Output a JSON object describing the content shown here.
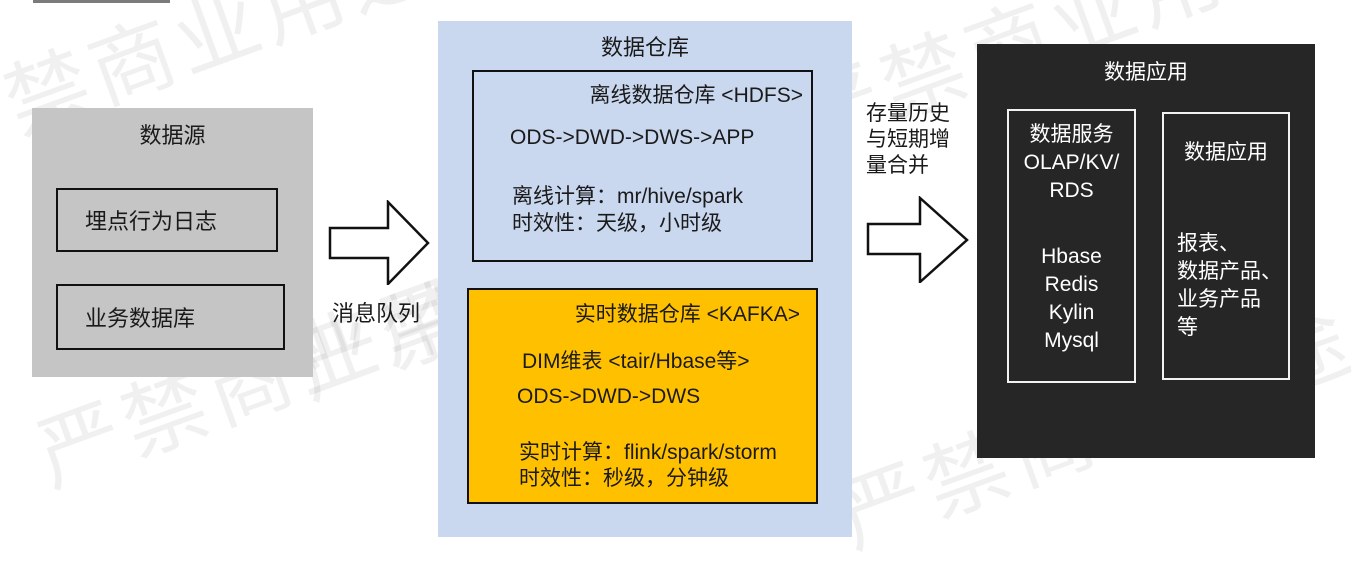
{
  "watermark": {
    "text": "严禁商业用途"
  },
  "source_panel": {
    "title": "数据源",
    "items": [
      "埋点行为日志",
      "业务数据库"
    ]
  },
  "flow": {
    "arrow1_label": "消息队列",
    "arrow2_label_lines": [
      "存量历史",
      "与短期增",
      "量合并"
    ]
  },
  "warehouse_panel": {
    "title": "数据仓库",
    "offline_box": {
      "title": "离线数据仓库 <HDFS>",
      "lines": [
        "ODS->DWD->DWS->APP",
        "离线计算：mr/hive/spark",
        "时效性：天级，小时级"
      ]
    },
    "realtime_box": {
      "title": "实时数据仓库 <KAFKA>",
      "lines": [
        "DIM维表 <tair/Hbase等>",
        "ODS->DWD->DWS",
        "实时计算：flink/spark/storm",
        "时效性：秒级，分钟级"
      ]
    }
  },
  "application_panel": {
    "title": "数据应用",
    "service_box": {
      "group1": [
        "数据服务",
        "OLAP/KV/",
        "RDS"
      ],
      "group2": [
        "Hbase",
        "Redis",
        "Kylin",
        "Mysql"
      ]
    },
    "app_box": {
      "title": "数据应用",
      "lines": [
        "报表、",
        "数据产品、",
        "业务产品",
        "等"
      ]
    }
  },
  "colors": {
    "source_fill": "#c5c5c5",
    "warehouse_fill": "#c9d7ef",
    "realtime_fill": "#ffc000",
    "application_fill": "#262626",
    "watermark_gray": "#efefef"
  }
}
